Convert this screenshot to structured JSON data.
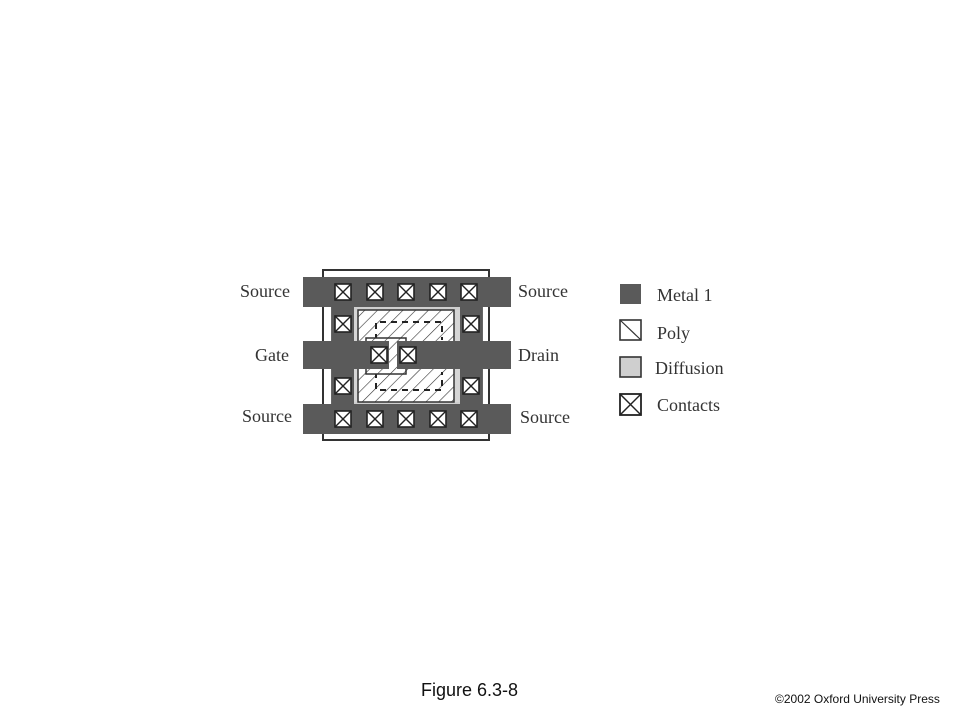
{
  "diagram": {
    "labels": {
      "source_top_left": "Source",
      "source_top_right": "Source",
      "gate": "Gate",
      "drain": "Drain",
      "source_bottom_left": "Source",
      "source_bottom_right": "Source"
    },
    "legend": [
      {
        "label": "Metal 1",
        "swatch": "metal"
      },
      {
        "label": "Poly",
        "swatch": "poly"
      },
      {
        "label": "Diffusion",
        "swatch": "diffusion"
      },
      {
        "label": "Contacts",
        "swatch": "contact"
      }
    ],
    "colors": {
      "metal": "#5a5a5a",
      "diffusion": "#cfcfcf",
      "poly": "#ffffff",
      "outline": "#333333"
    }
  },
  "caption": "Figure 6.3-8",
  "copyright": "©2002 Oxford University Press"
}
